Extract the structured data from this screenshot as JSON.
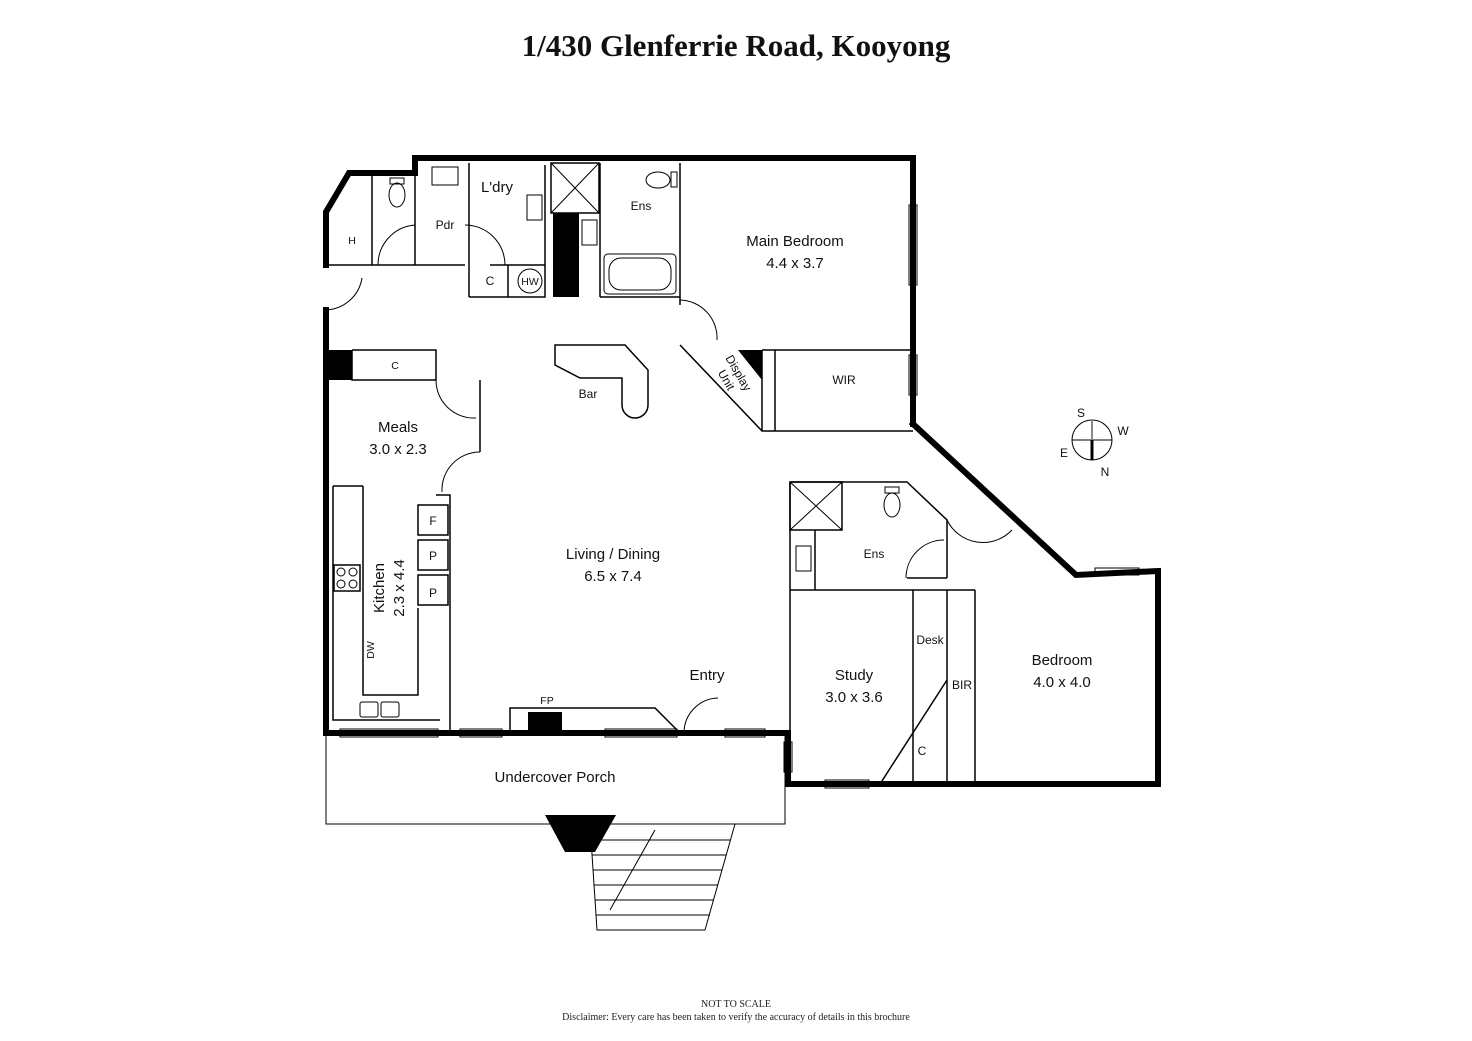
{
  "title": "1/430 Glenferrie Road, Kooyong",
  "footer": {
    "scale_note": "NOT TO SCALE",
    "disclaimer": "Disclaimer: Every care has been taken to verify the accuracy of details in this brochure"
  },
  "rooms": {
    "main_bedroom": {
      "name": "Main Bedroom",
      "size": "4.4 x 3.7"
    },
    "living_dining": {
      "name": "Living / Dining",
      "size": "6.5 x 7.4"
    },
    "meals": {
      "name": "Meals",
      "size": "3.0 x 2.3"
    },
    "kitchen": {
      "name": "Kitchen",
      "size": "2.3 x 4.4"
    },
    "study": {
      "name": "Study",
      "size": "3.0 x 3.6"
    },
    "bedroom": {
      "name": "Bedroom",
      "size": "4.0 x 4.0"
    },
    "porch": {
      "name": "Undercover Porch"
    }
  },
  "fixtures": {
    "laundry": "L'dry",
    "powder": "Pdr",
    "ensuite_main": "Ens",
    "ensuite_second": "Ens",
    "heater": "H",
    "cupboard_laundry": "C",
    "hot_water": "HW",
    "cupboard_meals": "C",
    "cupboard_study": "C",
    "bar": "Bar",
    "display_line1": "Display",
    "display_line2": "Unit",
    "wir": "WIR",
    "bir": "BIR",
    "desk": "Desk",
    "fridge": "F",
    "pantry1": "P",
    "pantry2": "P",
    "dishwasher": "DW",
    "fireplace": "FP",
    "entry": "Entry"
  },
  "compass": {
    "s": "S",
    "w": "W",
    "e": "E",
    "n": "N"
  },
  "colors": {
    "wall": "#000000",
    "background": "#ffffff"
  }
}
